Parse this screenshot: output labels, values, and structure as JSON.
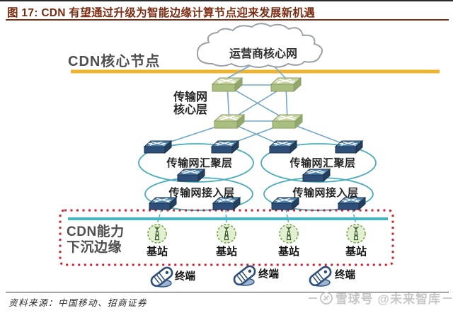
{
  "header": {
    "title": "图 17:  CDN 有望通过升级为智能边缘计算节点迎来发展新机遇"
  },
  "diagram": {
    "cloud_label": "运营商核心网",
    "cdn_core_label": "CDN核心节点",
    "core_layer_label": "传输网\n核心层",
    "agg_left_label": "传输网汇聚层",
    "agg_right_label": "传输网汇聚层",
    "access_left_label": "传输网接入层",
    "access_right_label": "传输网接入层",
    "edge_label": "CDN能力\n下沉边缘",
    "base_stations": [
      "基站",
      "基站",
      "基站",
      "基站"
    ],
    "terminals": [
      "终端",
      "终端",
      "终端"
    ]
  },
  "footer": {
    "source": "资料来源：中国移动、招商证券"
  },
  "watermark": {
    "text": "雪球号 @未来智库"
  },
  "colors": {
    "title_text": "#7b2d12",
    "yellow_divider": "#f0b32e",
    "teal_edge_bus": "#3eb7c7",
    "red_dashed_border": "#cf2030",
    "ring_stroke": "#4aacba",
    "link_line": "#72a9c9",
    "green_switch_top": "#c9d6a4",
    "blue_switch_front": "#2e4f79",
    "base_station_fill": "#e2f0d1",
    "label_gray": "#4f4f4f",
    "watermark_gray": "#c7c7c7"
  }
}
